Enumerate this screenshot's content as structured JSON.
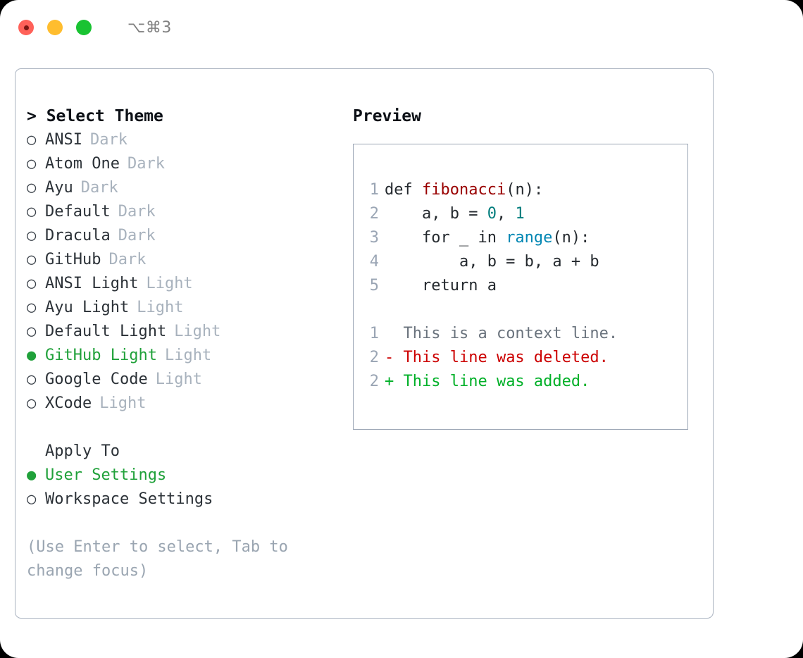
{
  "titlebar": {
    "shortcut": "⌥⌘3",
    "buttons": [
      {
        "name": "close",
        "color": "#ff6159"
      },
      {
        "name": "minimize",
        "color": "#ffbd2e"
      },
      {
        "name": "maximize",
        "color": "#19c332"
      }
    ]
  },
  "colors": {
    "selected_green": "#20a13a",
    "muted": "#a8b2bd",
    "hint": "#9aa5b1",
    "border": "#aab3c0",
    "preview_border": "#9aa5b4",
    "code_fn": "#990000",
    "code_num": "#007d7d",
    "code_blue": "#0086b3",
    "diff_del": "#cc0000",
    "diff_add": "#00b028"
  },
  "left": {
    "header": "> Select Theme",
    "markers": {
      "selected": "●",
      "unselected": "○"
    },
    "themes": [
      {
        "name": "ANSI",
        "tag": "Dark",
        "selected": false
      },
      {
        "name": "Atom One",
        "tag": "Dark",
        "selected": false
      },
      {
        "name": "Ayu",
        "tag": "Dark",
        "selected": false
      },
      {
        "name": "Default",
        "tag": "Dark",
        "selected": false
      },
      {
        "name": "Dracula",
        "tag": "Dark",
        "selected": false
      },
      {
        "name": "GitHub",
        "tag": "Dark",
        "selected": false
      },
      {
        "name": "ANSI Light",
        "tag": "Light",
        "selected": false
      },
      {
        "name": "Ayu Light",
        "tag": "Light",
        "selected": false
      },
      {
        "name": "Default Light",
        "tag": "Light",
        "selected": false
      },
      {
        "name": "GitHub Light",
        "tag": "Light",
        "selected": true
      },
      {
        "name": "Google Code",
        "tag": "Light",
        "selected": false
      },
      {
        "name": "XCode",
        "tag": "Light",
        "selected": false
      }
    ],
    "apply_to": {
      "header": "Apply To",
      "options": [
        {
          "name": "User Settings",
          "selected": true
        },
        {
          "name": "Workspace Settings",
          "selected": false
        }
      ]
    },
    "hint": "(Use Enter to select, Tab to change focus)"
  },
  "right": {
    "header": "Preview",
    "code": [
      {
        "n": "1",
        "parts": [
          {
            "t": "def ",
            "c": "plain"
          },
          {
            "t": "fibonacci",
            "c": "fn"
          },
          {
            "t": "(n):",
            "c": "plain"
          }
        ]
      },
      {
        "n": "2",
        "parts": [
          {
            "t": "    a, b = ",
            "c": "plain"
          },
          {
            "t": "0",
            "c": "num"
          },
          {
            "t": ", ",
            "c": "plain"
          },
          {
            "t": "1",
            "c": "num"
          }
        ]
      },
      {
        "n": "3",
        "parts": [
          {
            "t": "    for _ in ",
            "c": "plain"
          },
          {
            "t": "range",
            "c": "blue"
          },
          {
            "t": "(n):",
            "c": "plain"
          }
        ]
      },
      {
        "n": "4",
        "parts": [
          {
            "t": "        a, b = b, a + b",
            "c": "plain"
          }
        ]
      },
      {
        "n": "5",
        "parts": [
          {
            "t": "    return a",
            "c": "plain"
          }
        ]
      }
    ],
    "diff": [
      {
        "n": "1",
        "marker": " ",
        "text": "This is a context line.",
        "kind": "ctx"
      },
      {
        "n": "2",
        "marker": "-",
        "text": "This line was deleted.",
        "kind": "del"
      },
      {
        "n": "2",
        "marker": "+",
        "text": "This line was added.",
        "kind": "add"
      }
    ]
  }
}
